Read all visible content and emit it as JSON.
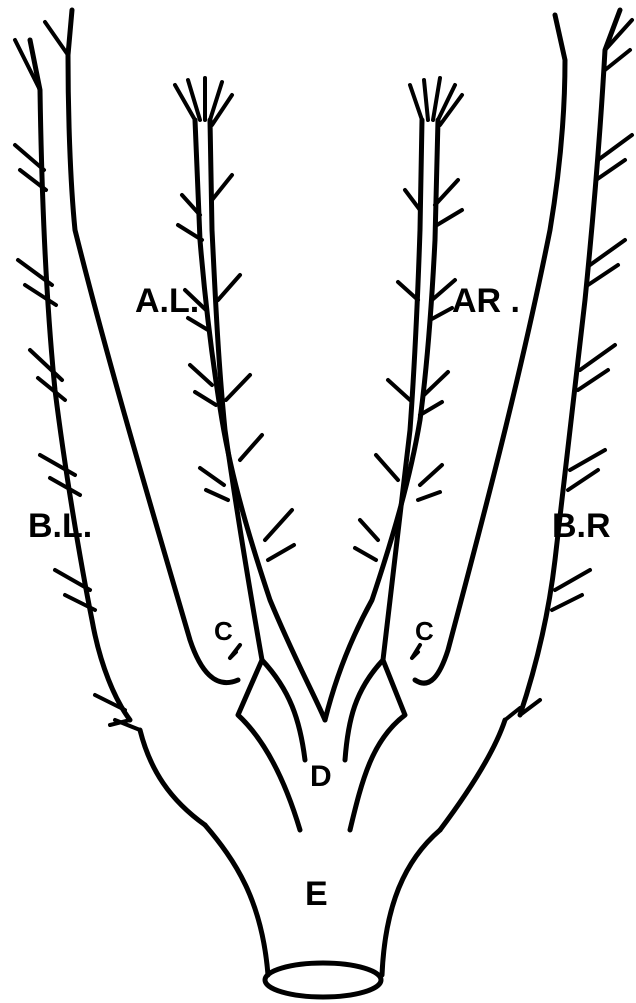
{
  "labels": {
    "al": "A.L.",
    "ar": "AR .",
    "bl": "B.L.",
    "br": "B.R",
    "c_left": "C",
    "c_right": "C",
    "d": "D",
    "e": "E"
  }
}
